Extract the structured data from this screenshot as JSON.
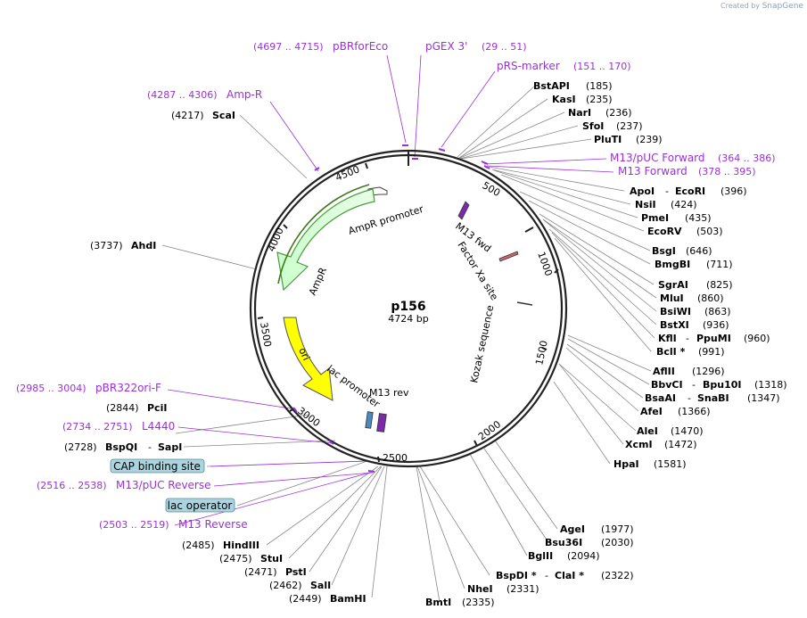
{
  "watermark": {
    "prefix": "Created by",
    "brand": "SnapGene"
  },
  "plasmid": {
    "name": "p156",
    "size": "4724 bp"
  },
  "ticks": [
    "500",
    "1000",
    "1500",
    "2000",
    "2500",
    "3000",
    "3500",
    "4000",
    "4500"
  ],
  "features": {
    "amp_promoter": "AmpR promoter",
    "ampr": "AmpR",
    "ori": "ori",
    "lac_promoter": "lac promoter",
    "m13_fwd": "M13 fwd",
    "factor_xa": "Factor Xa site",
    "kozak": "Kozak sequence",
    "m13_rev": "M13 rev"
  },
  "primers": [
    {
      "pos": "(4697 .. 4715)",
      "name": "pBRforEco"
    },
    {
      "pos": "(29 .. 51)",
      "name": "pGEX 3'"
    },
    {
      "pos": "(151 .. 170)",
      "name": "pRS-marker"
    },
    {
      "pos": "(4287 .. 4306)",
      "name": "Amp-R"
    },
    {
      "pos": "(364 .. 386)",
      "name": "M13/pUC Forward"
    },
    {
      "pos": "(378 .. 395)",
      "name": "M13 Forward"
    },
    {
      "pos": "(2985 .. 3004)",
      "name": "pBR322ori-F"
    },
    {
      "pos": "(2734 .. 2751)",
      "name": "L4440"
    },
    {
      "pos": "(2516 .. 2538)",
      "name": "M13/pUC Reverse"
    },
    {
      "pos": "(2503 .. 2519)",
      "name": "M13 Reverse"
    }
  ],
  "boxed": [
    "CAP binding site",
    "lac operator"
  ],
  "enzymes_right": [
    {
      "name": "BstAPI",
      "pos": "(185)"
    },
    {
      "name": "KasI",
      "pos": "(235)"
    },
    {
      "name": "NarI",
      "pos": "(236)"
    },
    {
      "name": "SfoI",
      "pos": "(237)"
    },
    {
      "name": "PluTI",
      "pos": "(239)"
    },
    {
      "name": "ApoI",
      "sep": "-",
      "name2": "EcoRI",
      "pos": "(396)"
    },
    {
      "name": "NsiI",
      "pos": "(424)"
    },
    {
      "name": "PmeI",
      "pos": "(435)"
    },
    {
      "name": "EcoRV",
      "pos": "(503)"
    },
    {
      "name": "BsgI",
      "pos": "(646)"
    },
    {
      "name": "BmgBI",
      "pos": "(711)"
    },
    {
      "name": "SgrAI",
      "pos": "(825)"
    },
    {
      "name": "MluI",
      "pos": "(860)"
    },
    {
      "name": "BsiWI",
      "pos": "(863)"
    },
    {
      "name": "BstXI",
      "pos": "(936)"
    },
    {
      "name": "KflI",
      "sep": "-",
      "name2": "PpuMI",
      "pos": "(960)"
    },
    {
      "name": "BclI *",
      "pos": "(991)"
    },
    {
      "name": "AflII",
      "pos": "(1296)"
    },
    {
      "name": "BbvCI",
      "sep": "-",
      "name2": "Bpu10I",
      "pos": "(1318)"
    },
    {
      "name": "BsaAI",
      "sep": "-",
      "name2": "SnaBI",
      "pos": "(1347)"
    },
    {
      "name": "AfeI",
      "pos": "(1366)"
    },
    {
      "name": "AleI",
      "pos": "(1470)"
    },
    {
      "name": "XcmI",
      "pos": "(1472)"
    },
    {
      "name": "HpaI",
      "pos": "(1581)"
    },
    {
      "name": "AgeI",
      "pos": "(1977)"
    },
    {
      "name": "Bsu36I",
      "pos": "(2030)"
    },
    {
      "name": "BglII",
      "pos": "(2094)"
    },
    {
      "name": "BspDI *",
      "sep": "-",
      "name2": "ClaI *",
      "pos": "(2322)"
    },
    {
      "name": "NheI",
      "pos": "(2331)"
    },
    {
      "name": "BmtI",
      "pos": "(2335)"
    }
  ],
  "enzymes_left": [
    {
      "pos": "(4217)",
      "name": "ScaI"
    },
    {
      "pos": "(3737)",
      "name": "AhdI"
    },
    {
      "pos": "(2844)",
      "name": "PciI"
    },
    {
      "pos": "(2728)",
      "name": "BspQI",
      "sep": "-",
      "name2": "SapI"
    },
    {
      "pos": "(2485)",
      "name": "HindIII"
    },
    {
      "pos": "(2475)",
      "name": "StuI"
    },
    {
      "pos": "(2471)",
      "name": "PstI"
    },
    {
      "pos": "(2462)",
      "name": "SalI"
    },
    {
      "pos": "(2449)",
      "name": "BamHI"
    }
  ],
  "colors": {
    "primer": "#9b30d9",
    "ampr": "#ccffcc",
    "ori": "#ffff00",
    "box": "#a9d4e0"
  }
}
